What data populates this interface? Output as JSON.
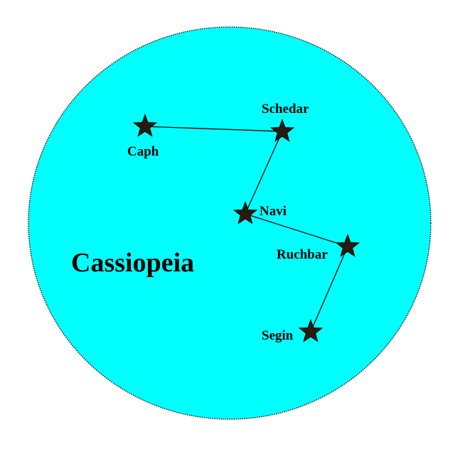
{
  "title": "Cassiopeia",
  "colors": {
    "sky": "#00ffff",
    "outline": "#000000",
    "star_fill": "#2a1a0e",
    "line": "#000000"
  },
  "stars": [
    {
      "name": "Caph"
    },
    {
      "name": "Schedar"
    },
    {
      "name": "Navi"
    },
    {
      "name": "Ruchbar"
    },
    {
      "name": "Segin"
    }
  ]
}
